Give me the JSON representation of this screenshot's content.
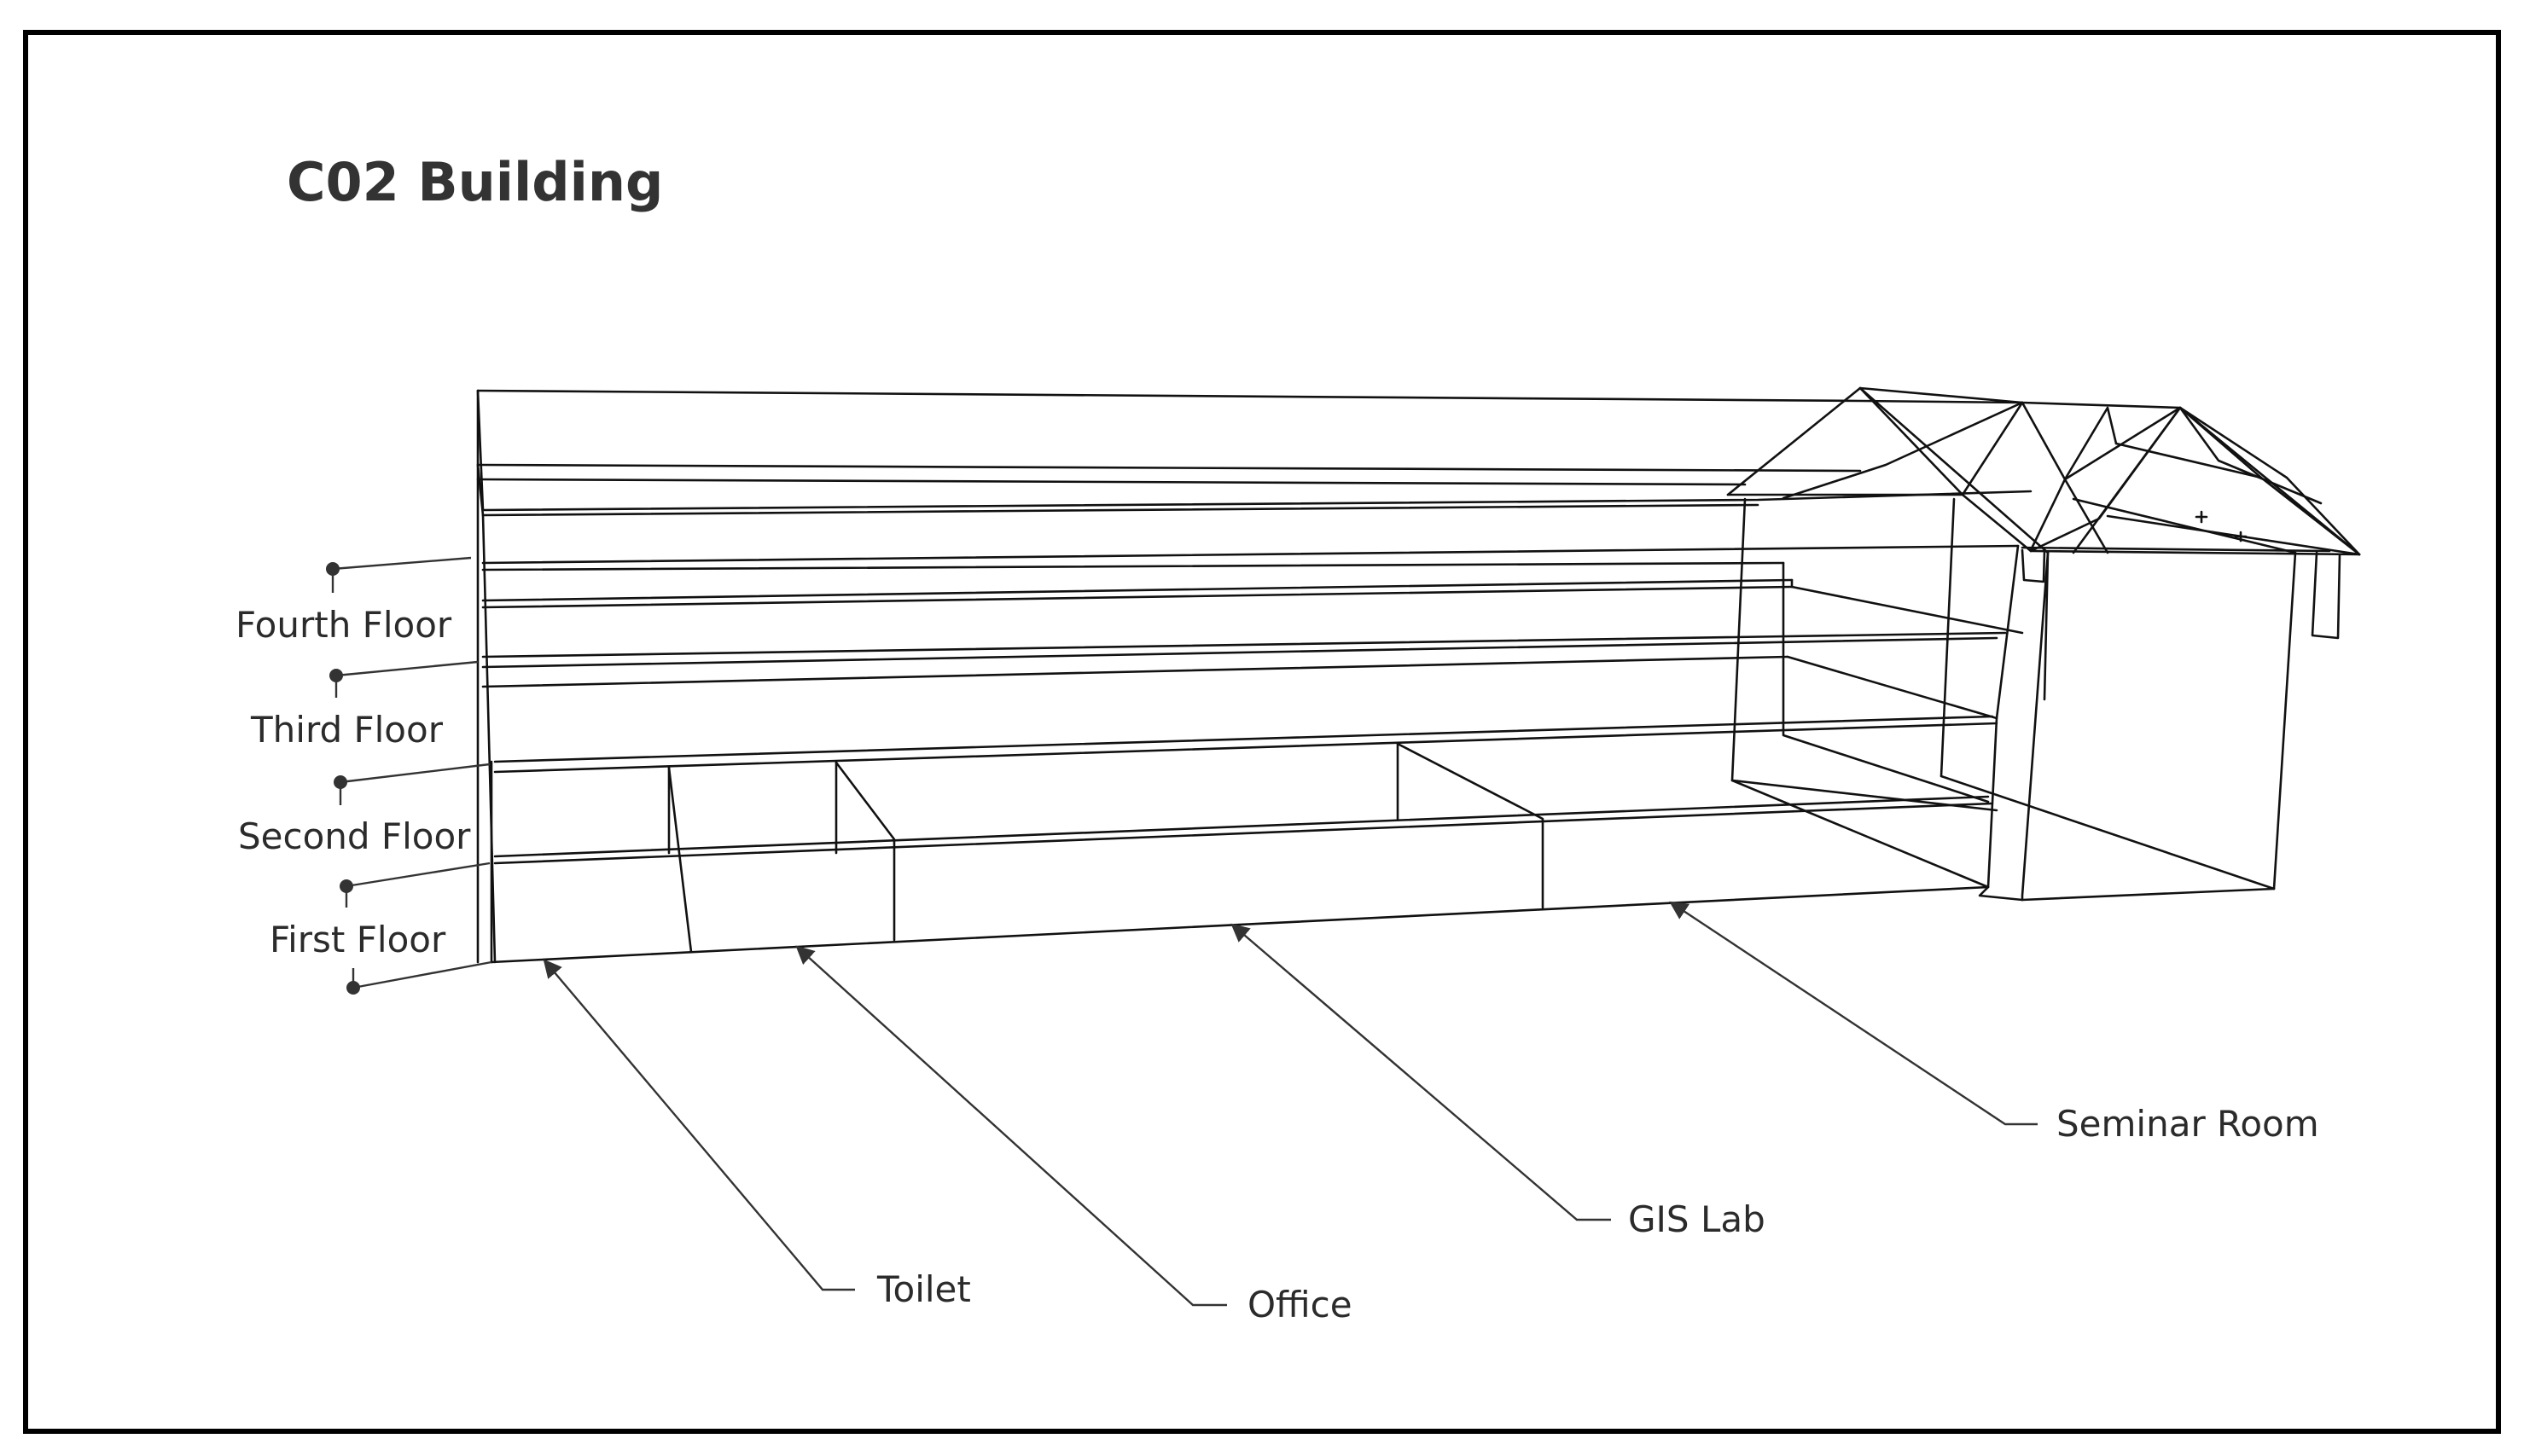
{
  "title": "C02 Building",
  "floor_labels": {
    "fourth": "Fourth Floor",
    "third": "Third Floor",
    "second": "Second Floor",
    "first": "First Floor"
  },
  "room_labels": {
    "toilet": "Toilet",
    "office": "Office",
    "gis_lab": "GIS Lab",
    "seminar_room": "Seminar Room"
  }
}
